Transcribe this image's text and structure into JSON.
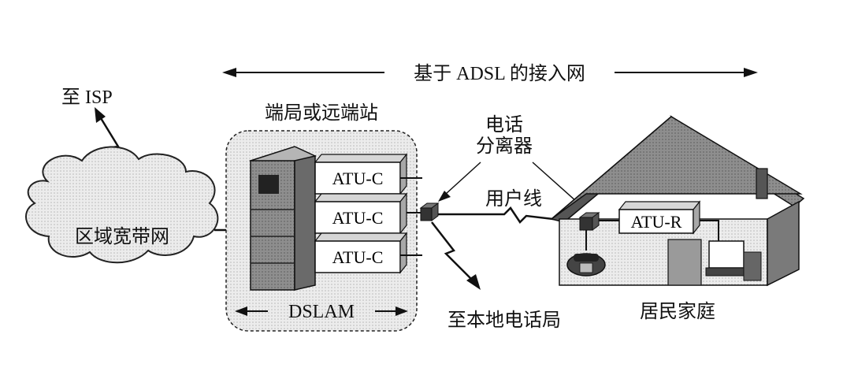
{
  "header": {
    "label": "基于 ADSL 的接入网"
  },
  "isp": {
    "label": "至 ISP"
  },
  "cloud": {
    "label": "区域宽带网"
  },
  "office": {
    "label": "端局或远端站",
    "dslam_label": "DSLAM"
  },
  "atu_c": {
    "labels": [
      "ATU-C",
      "ATU-C",
      "ATU-C"
    ]
  },
  "splitter": {
    "label_line1": "电话",
    "label_line2": "分离器"
  },
  "user_line": {
    "label": "用户线"
  },
  "local_office": {
    "label": "至本地电话局"
  },
  "atu_r": {
    "label": "ATU-R"
  },
  "home": {
    "label": "居民家庭"
  }
}
